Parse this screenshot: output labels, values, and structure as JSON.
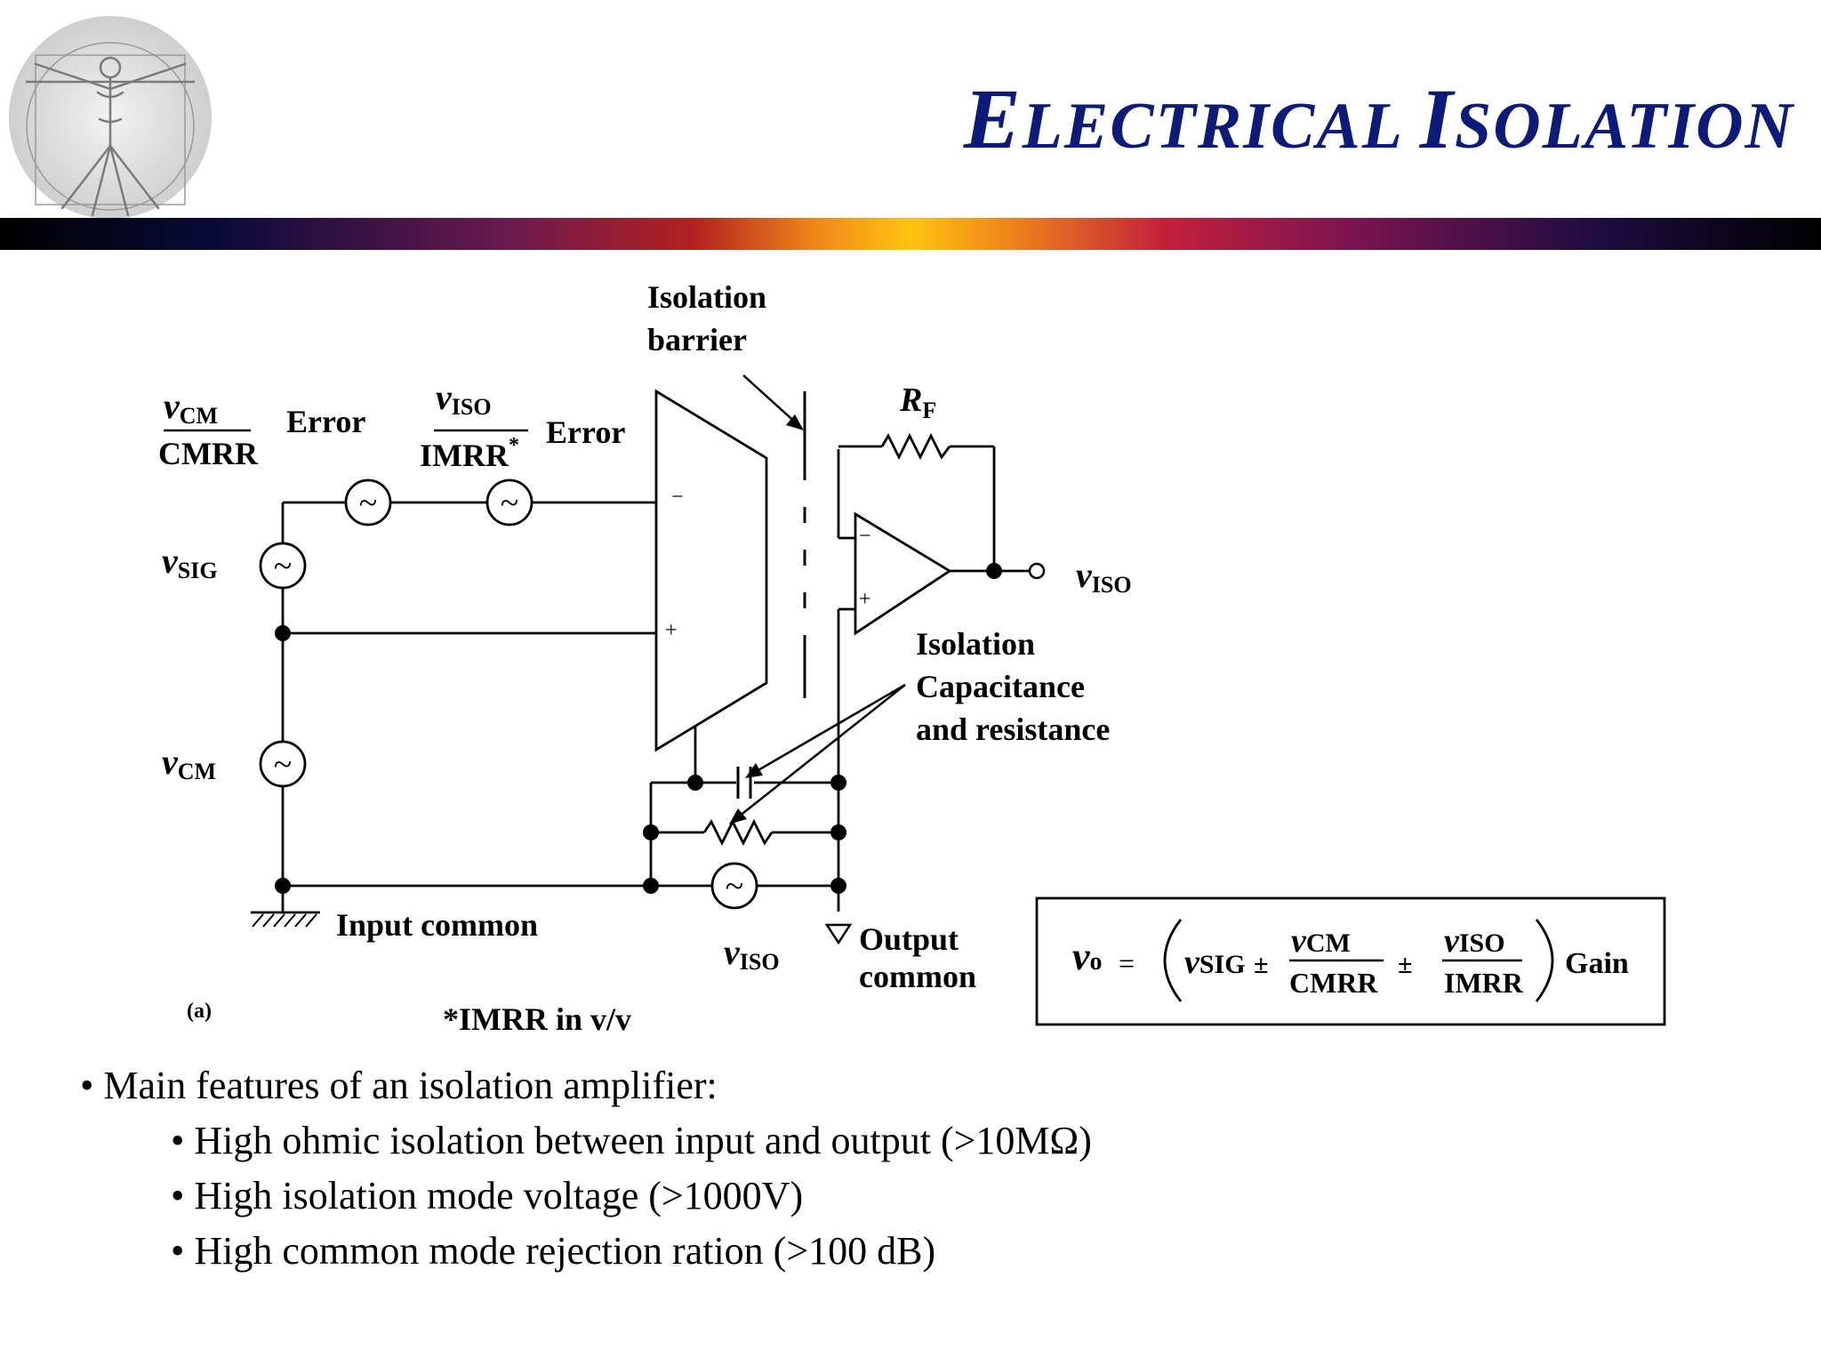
{
  "slide": {
    "title_first_letter": "E",
    "title_rest": "LECTRICAL ",
    "title_second_letter": "I",
    "title_second_rest": "SOLATION"
  },
  "diagram": {
    "isolation_barrier_line1": "Isolation",
    "isolation_barrier_line2": "barrier",
    "rf_label": "R",
    "rf_sub": "F",
    "vcm_cmrr_num_main": "v",
    "vcm_cmrr_num_sub": "CM",
    "vcm_cmrr_den": "CMRR",
    "error1": "Error",
    "viso_imrr_num_main": "v",
    "viso_imrr_num_sub": "ISO",
    "viso_imrr_den": "IMRR",
    "imrr_star": "*",
    "error2": "Error",
    "vsig_main": "v",
    "vsig_sub": "SIG",
    "vcm_main": "v",
    "vcm_sub": "CM",
    "viso_out_main": "v",
    "viso_out_sub": "ISO",
    "viso_bottom_main": "v",
    "viso_bottom_sub": "ISO",
    "minus_sign": "−",
    "plus_sign": "+",
    "iso_cap_line1": "Isolation",
    "iso_cap_line2": "Capacitance",
    "iso_cap_line3": "and resistance",
    "input_common": "Input common",
    "output_common_line1": "Output",
    "output_common_line2": "common",
    "figure_label": "(a)",
    "imrr_note": "*IMRR in v/v",
    "source_symbol": "~"
  },
  "formula": {
    "vo_main": "v",
    "vo_sub": "o",
    "equals": "=",
    "vsig_main": "v",
    "vsig_sub": "SIG",
    "pm1": "±",
    "frac1_num_main": "v",
    "frac1_num_sub": "CM",
    "frac1_den": "CMRR",
    "pm2": "±",
    "frac2_num_main": "v",
    "frac2_num_sub": "ISO",
    "frac2_den": "IMRR",
    "gain": "Gain"
  },
  "bullets": {
    "main": "• Main features of an isolation amplifier:",
    "items": [
      "• High ohmic isolation between input and output (>10MΩ)",
      "• High isolation mode voltage (>1000V)",
      "• High common mode rejection ration (>100 dB)"
    ]
  }
}
